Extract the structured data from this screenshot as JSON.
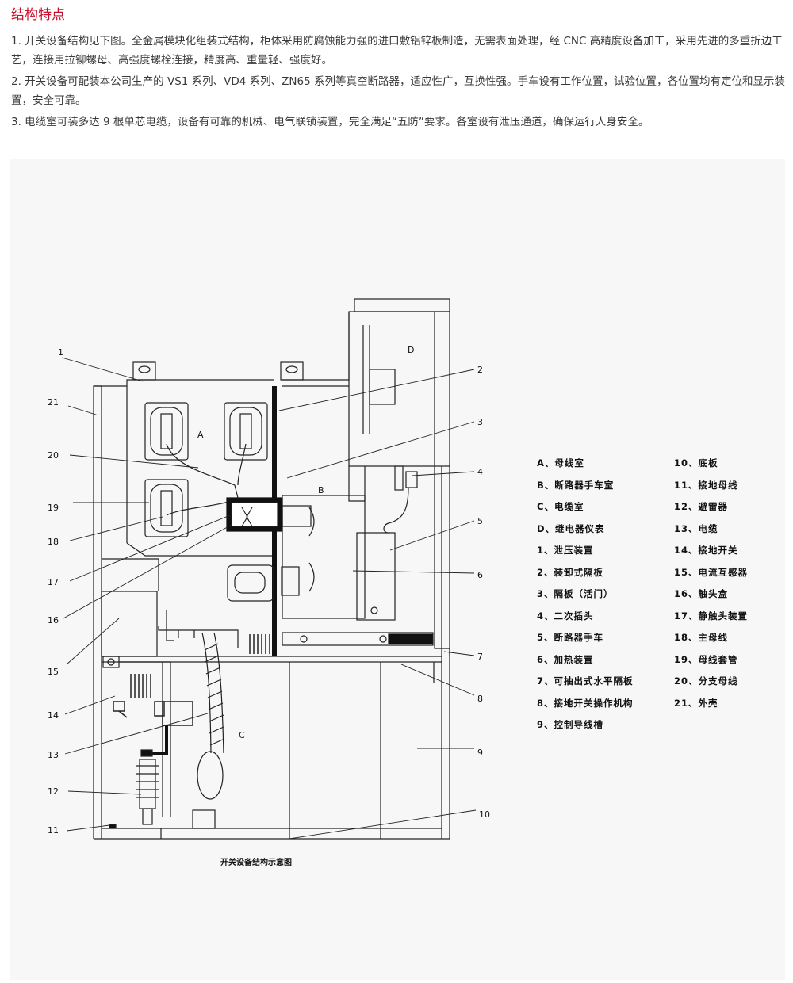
{
  "heading": "结构特点",
  "paragraphs": [
    "1. 开关设备结构见下图。全金属模块化组装式结构，柜体采用防腐蚀能力强的进口敷铝锌板制造，无需表面处理，经 CNC 高精度设备加工，采用先进的多重折边工艺，连接用拉铆螺母、高强度螺栓连接，精度高、重量轻、强度好。",
    "2. 开关设备可配装本公司生产的 VS1 系列、VD4 系列、ZN65 系列等真空断路器，适应性广，互换性强。手车设有工作位置，试验位置，各位置均有定位和显示装置，安全可靠。",
    "3. 电缆室可装多达 9 根单芯电缆，设备有可靠的机械、电气联锁装置，完全满足“五防”要求。各室设有泄压通道，确保运行人身安全。"
  ],
  "diagram": {
    "caption": "开关设备结构示意图",
    "compartment_labels": {
      "A": "A",
      "B": "B",
      "C": "C",
      "D": "D"
    },
    "callouts": {
      "n1": "1",
      "n2": "2",
      "n3": "3",
      "n4": "4",
      "n5": "5",
      "n6": "6",
      "n7": "7",
      "n8": "8",
      "n9": "9",
      "n10": "10",
      "n11": "11",
      "n12": "12",
      "n13": "13",
      "n14": "14",
      "n15": "15",
      "n16": "16",
      "n17": "17",
      "n18": "18",
      "n19": "19",
      "n20": "20",
      "n21": "21"
    },
    "legend_left": [
      "A、母线室",
      "B、断路器手车室",
      "C、电缆室",
      "D、继电器仪表",
      "1、泄压装置",
      "2、装卸式隔板",
      "3、隔板（活门）",
      "4、二次插头",
      "5、断路器手车",
      "6、加热装置",
      "7、可抽出式水平隔板",
      "8、接地开关操作机构",
      "9、控制导线槽"
    ],
    "legend_right": [
      "10、底板",
      "11、接地母线",
      "12、避雷器",
      "13、电缆",
      "14、接地开关",
      "15、电流互感器",
      "16、触头盒",
      "17、静触头装置",
      "18、主母线",
      "19、母线套管",
      "20、分支母线",
      "21、外壳"
    ]
  },
  "colors": {
    "heading": "#c8102e",
    "text": "#3a3a3a",
    "figure_bg": "#f7f7f7",
    "line": "#222222"
  }
}
